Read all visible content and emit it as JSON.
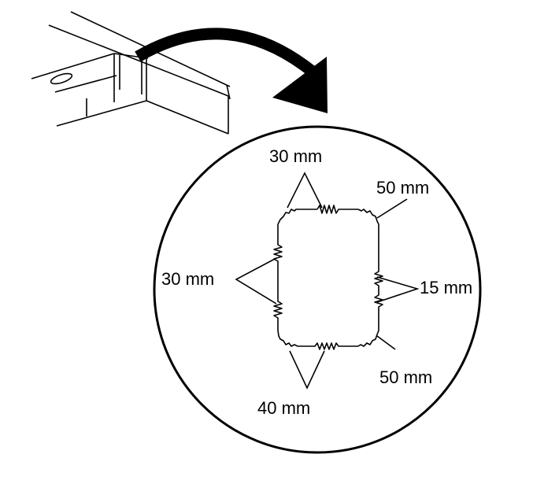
{
  "labels": {
    "top": "30 mm",
    "top_right": "50 mm",
    "left": "30 mm",
    "right": "15 mm",
    "bottom_right": "50 mm",
    "bottom": "40 mm"
  },
  "colors": {
    "stroke": "#000000",
    "background": "#ffffff"
  }
}
